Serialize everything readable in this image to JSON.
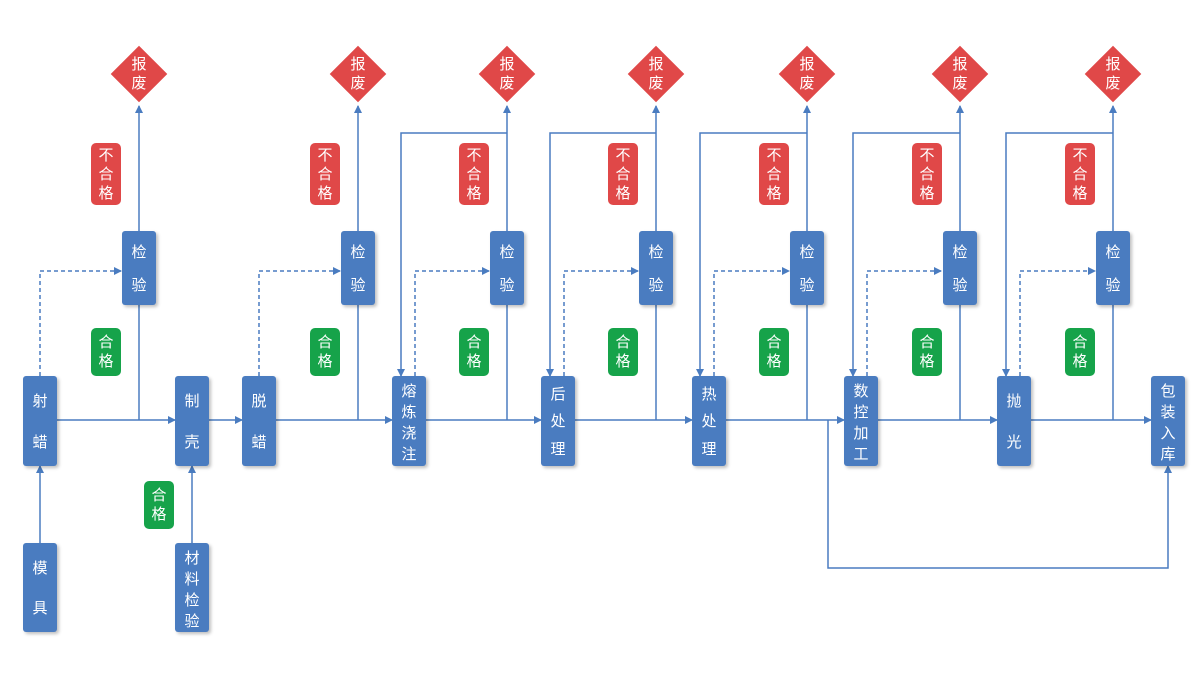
{
  "colors": {
    "process": "#4a7cc0",
    "fail": "#e04848",
    "pass": "#16a34a",
    "line": "#4a7cc0"
  },
  "processes": {
    "inject_wax": [
      "射",
      "蜡"
    ],
    "mold": [
      "模",
      "具"
    ],
    "make_shell": [
      "制",
      "壳"
    ],
    "material_check": [
      "材",
      "料",
      "检",
      "验"
    ],
    "dewax": [
      "脱",
      "蜡"
    ],
    "melt_cast": [
      "熔",
      "炼",
      "浇",
      "注"
    ],
    "post_process": [
      "后",
      "处",
      "理"
    ],
    "heat_treat": [
      "热",
      "处",
      "理"
    ],
    "cnc": [
      "数",
      "控",
      "加",
      "工"
    ],
    "polish": [
      "抛",
      "光"
    ],
    "pack_store": [
      "包",
      "装",
      "入",
      "库"
    ]
  },
  "inspect": [
    "检",
    "验"
  ],
  "fail_label": [
    "不",
    "合",
    "格"
  ],
  "pass_label": [
    "合",
    "格"
  ],
  "scrap_label": [
    "报",
    "废"
  ]
}
